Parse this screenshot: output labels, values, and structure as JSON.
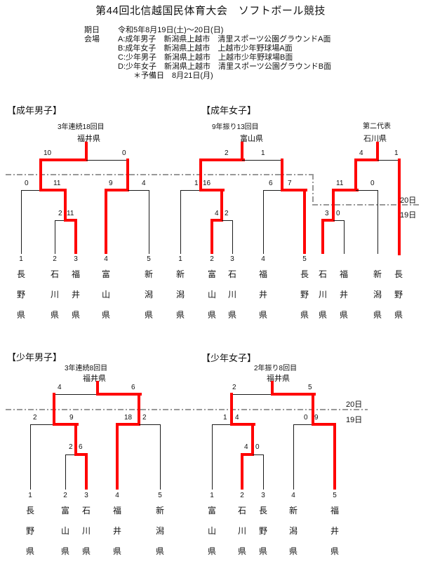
{
  "colors": {
    "winner_path": "#ff0000",
    "bracket_line": "#1a1a1a",
    "day_separator": "#999999"
  },
  "header": {
    "title": "第44回北信越国民体育大会　ソフトボール競技",
    "date_label": "期日",
    "date_value": "令和5年8月19日(土)～20日(日)",
    "venue_label": "会場",
    "venues": [
      "A:成年男子　新潟県上越市　清里スポーツ公園グラウンドA面",
      "B:成年女子　新潟県上越市　上越市少年野球場A面",
      "C:少年男子　新潟県上越市　上越市少年野球場B面",
      "D:少年女子　新潟県上越市　清里スポーツ公園グラウンドB面"
    ],
    "reserve_note": "＊予備日　8月21日(月)"
  },
  "labels": {
    "day20": "20日",
    "day19": "19日"
  },
  "brackets": {
    "adult_men": {
      "title": "【成年男子】",
      "note": "3年連続18回目",
      "champion": "福井県",
      "scores": {
        "final_left": "10",
        "final_right": "0",
        "semi_left_l": "0",
        "semi_left_r": "11",
        "semi_right_l": "9",
        "semi_right_r": "4",
        "r1_l": "2",
        "r1_r": "11"
      },
      "teams": [
        {
          "no": "1",
          "name": "長野県"
        },
        {
          "no": "2",
          "name": "石川県"
        },
        {
          "no": "3",
          "name": "福井県"
        },
        {
          "no": "4",
          "name": "富山県"
        },
        {
          "no": "5",
          "name": "新潟県"
        }
      ]
    },
    "adult_women": {
      "title": "【成年女子】",
      "note": "9年振り13回目",
      "champion": "富山県",
      "scores": {
        "final_left": "2",
        "final_right": "1",
        "semi_left_l": "1",
        "semi_left_r": "16",
        "semi_right_l": "6",
        "semi_right_r": "7",
        "r1_l": "4",
        "r1_r": "2"
      },
      "teams": [
        {
          "no": "1",
          "name": "新潟県"
        },
        {
          "no": "2",
          "name": "富山県"
        },
        {
          "no": "3",
          "name": "石川県"
        },
        {
          "no": "4",
          "name": "福井県"
        },
        {
          "no": "5",
          "name": "長野県"
        }
      ]
    },
    "second_rep": {
      "note": "第二代表",
      "champion": "石川県",
      "scores": {
        "final_left": "4",
        "final_right": "1",
        "semi_l": "11",
        "semi_r": "0",
        "r1_l": "3",
        "r1_r": "0"
      },
      "teams": [
        {
          "name": "石川県"
        },
        {
          "name": "福井県"
        },
        {
          "name": "新潟県"
        },
        {
          "name": "長野県"
        }
      ]
    },
    "junior_men": {
      "title": "【少年男子】",
      "note": "3年連続8回目",
      "champion": "福井県",
      "scores": {
        "final_left": "4",
        "final_right": "6",
        "semi_left_l": "2",
        "semi_left_r": "9",
        "semi_right_l": "18",
        "semi_right_r": "2",
        "r1_l": "2",
        "r1_r": "6"
      },
      "teams": [
        {
          "no": "1",
          "name": "長野県"
        },
        {
          "no": "2",
          "name": "富山県"
        },
        {
          "no": "3",
          "name": "石川県"
        },
        {
          "no": "4",
          "name": "福井県"
        },
        {
          "no": "5",
          "name": "新潟県"
        }
      ]
    },
    "junior_women": {
      "title": "【少年女子】",
      "note": "2年振り8回目",
      "champion": "福井県",
      "scores": {
        "final_left": "2",
        "final_right": "5",
        "semi_left_l": "1",
        "semi_left_r": "4",
        "semi_right_l": "0",
        "semi_right_r": "9",
        "r1_l": "4",
        "r1_r": "0"
      },
      "teams": [
        {
          "no": "1",
          "name": "富山県"
        },
        {
          "no": "2",
          "name": "石川県"
        },
        {
          "no": "3",
          "name": "長野県"
        },
        {
          "no": "4",
          "name": "新潟県"
        },
        {
          "no": "5",
          "name": "福井県"
        }
      ]
    }
  }
}
